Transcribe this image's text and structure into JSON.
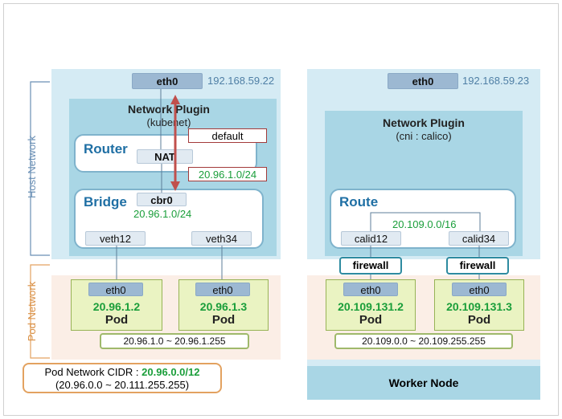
{
  "side_labels": {
    "host_network": "Host Network",
    "pod_network": "Pod Network"
  },
  "left": {
    "eth0": "eth0",
    "eth0_ip": "192.168.59.22",
    "plugin_title": "Network Plugin",
    "plugin_sub": "(kubenet)",
    "router_title": "Router",
    "nat": "NAT",
    "default_label": "default",
    "route_label": "20.96.1.0/24",
    "bridge_title": "Bridge",
    "cbr0": "cbr0",
    "cbr0_ip": "20.96.1.0/24",
    "veth_a": "veth12",
    "veth_b": "veth34",
    "pods": [
      {
        "eth": "eth0",
        "ip": "20.96.1.2",
        "label": "Pod"
      },
      {
        "eth": "eth0",
        "ip": "20.96.1.3",
        "label": "Pod"
      }
    ],
    "pod_range": "20.96.1.0 ~ 20.96.1.255"
  },
  "right": {
    "eth0": "eth0",
    "eth0_ip": "192.168.59.23",
    "plugin_title": "Network Plugin",
    "plugin_sub": "(cni : calico)",
    "route_title": "Route",
    "route_ip": "20.109.0.0/16",
    "calid_a": "calid12",
    "calid_b": "calid34",
    "firewall": "firewall",
    "pods": [
      {
        "eth": "eth0",
        "ip": "20.109.131.2",
        "label": "Pod"
      },
      {
        "eth": "eth0",
        "ip": "20.109.131.3",
        "label": "Pod"
      }
    ],
    "pod_range": "20.109.0.0 ~ 20.109.255.255",
    "footer": "Worker Node"
  },
  "cidr_box": {
    "label": "Pod Network CIDR : ",
    "value": "20.96.0.0/12",
    "range": "(20.96.0.0 ~ 20.111.255.255)"
  },
  "colors": {
    "accent_red": "#c0504d",
    "green_ip": "#1a9e3a",
    "title_blue": "#1f6fa4"
  }
}
